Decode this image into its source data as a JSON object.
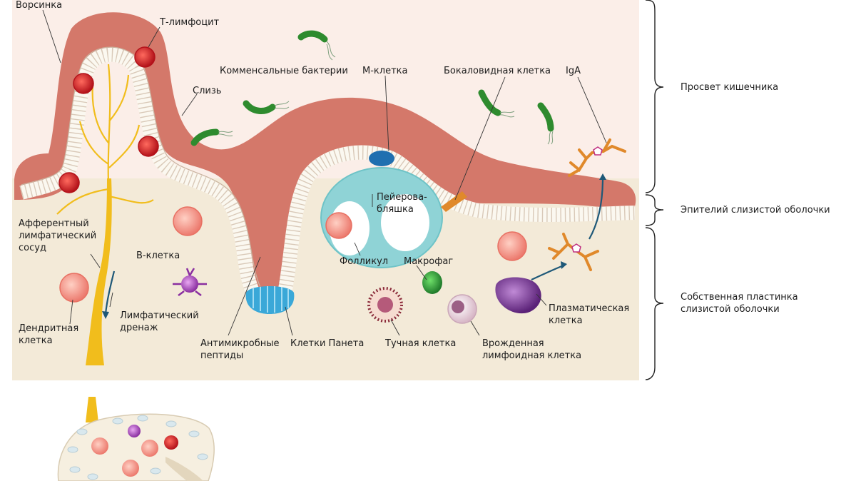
{
  "labels": {
    "villus": "Ворсинка",
    "t_lymphocyte": "Т-лимфоцит",
    "mucus": "Слизь",
    "commensal_bacteria": "Комменсальные бактерии",
    "m_cell": "М-клетка",
    "goblet_cell": "Бокаловидная клетка",
    "iga": "IgA",
    "afferent_lymph": "Афферентный\nлимфатический\nсосуд",
    "b_cell": "В-клетка",
    "dendritic_cell": "Дендритная\nклетка",
    "lymph_drainage": "Лимфатический\nдренаж",
    "antimicrobial_peptides": "Антимикробные\nпептиды",
    "paneth_cells": "Клетки Панета",
    "peyer_patch": "Пейерова-\nбляшка",
    "follicle": "Фолликул",
    "macrophage": "Макрофаг",
    "mast_cell": "Тучная клетка",
    "innate_lymphoid_cell": "Врожденная\nлимфоидная клетка",
    "plasma_cell": "Плазматическая\nклетка"
  },
  "regions": {
    "lumen": "Просвет кишечника",
    "epithelium": "Эпителий слизистой  оболочки",
    "lamina_propria": "Собственная пластинка\nслизистой оболочки"
  },
  "colors": {
    "mucus": "#d4786a",
    "lumen_bg": "#fbeee8",
    "lamina_bg": "#f3ead8",
    "epithelium_cell": "#fbf8f0",
    "lymph_vessel": "#f1bd1c",
    "peyer_patch": "#8fd3d6",
    "bacteria": "#2e8b2e",
    "t_cell": "#d8252a",
    "dendritic": "#f1948a",
    "b_cell": "#9b3fb0",
    "iga": "#e0892b",
    "plasma_cell": "#7b3a99",
    "paneth": "#3aa8d8",
    "m_cell": "#1f6fb0"
  }
}
